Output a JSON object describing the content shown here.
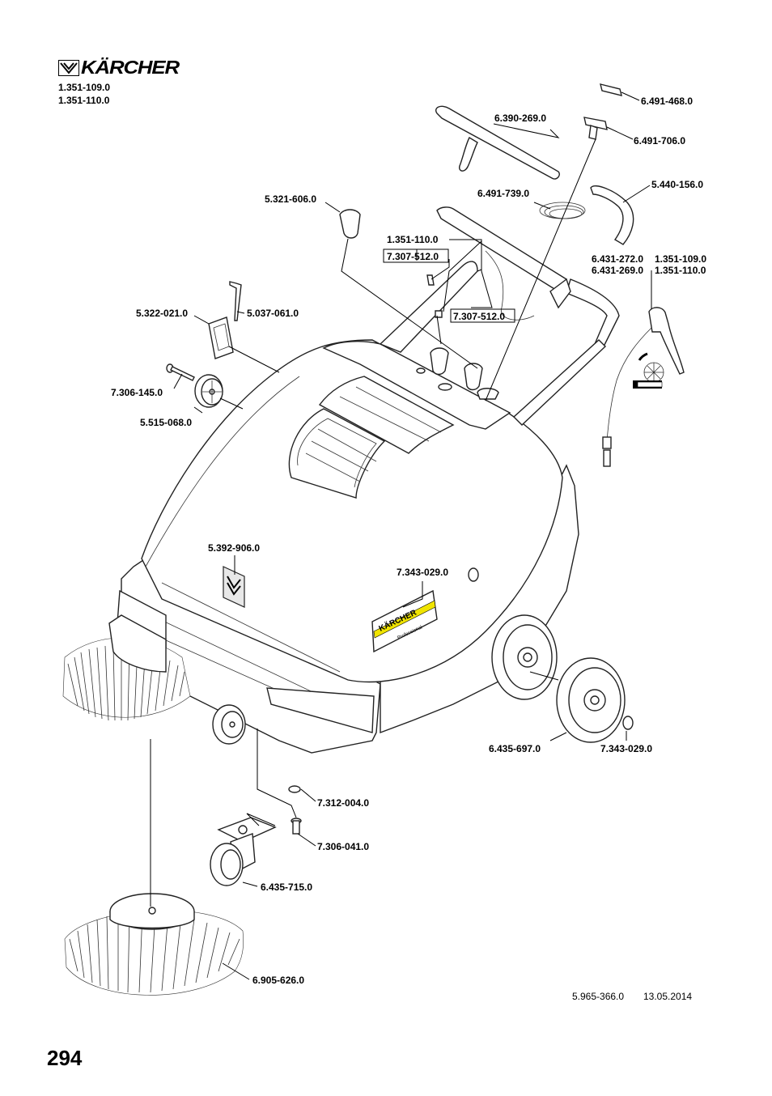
{
  "header": {
    "brand": "KÄRCHER",
    "models": [
      "1.351-109.0",
      "1.351-110.0"
    ]
  },
  "labels": {
    "p6491468": "6.491-468.0",
    "p6390269": "6.390-269.0",
    "p6491706": "6.491-706.0",
    "p6491739": "6.491-739.0",
    "p5440156": "5.440-156.0",
    "p5321606": "5.321-606.0",
    "p1351110a": "1.351-110.0",
    "p7307512a": "7.307-512.0",
    "p6431272": "6.431-272.0",
    "p6431269": "6.431-269.0",
    "p1351109b": "1.351-109.0",
    "p1351110b": "1.351-110.0",
    "p5322021": "5.322-021.0",
    "p5037061": "5.037-061.0",
    "p7307512b": "7.307-512.0",
    "p7306145": "7.306-145.0",
    "p5515068": "5.515-068.0",
    "p5392906": "5.392-906.0",
    "p7343029a": "7.343-029.0",
    "p6435697": "6.435-697.0",
    "p7343029b": "7.343-029.0",
    "p7312004": "7.312-004.0",
    "p7306041": "7.306-041.0",
    "p6435715": "6.435-715.0",
    "p6905626": "6.905-626.0"
  },
  "decal": {
    "brand": "KÄRCHER",
    "sub": "Professional"
  },
  "footer": {
    "doc_number": "5.965-366.0",
    "date": "13.05.2014",
    "page_number": "294"
  }
}
